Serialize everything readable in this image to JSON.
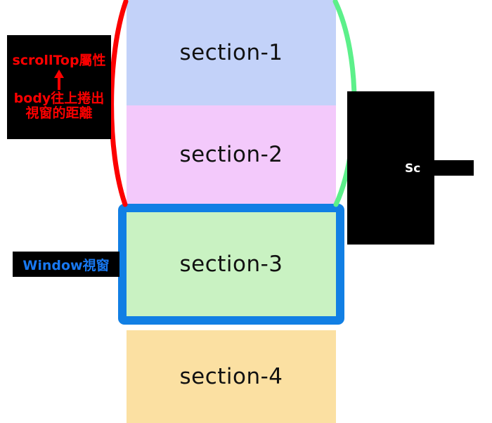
{
  "diagram": {
    "title": "scrollTop / window viewport scrolling diagram",
    "sections": [
      {
        "id": "section-1",
        "label": "section-1",
        "color": "#c3d2f9"
      },
      {
        "id": "section-2",
        "label": "section-2",
        "color": "#f3c9fb"
      },
      {
        "id": "section-3",
        "label": "section-3",
        "color": "#c9f2c2"
      },
      {
        "id": "section-4",
        "label": "section-4",
        "color": "#fbe0a2"
      }
    ],
    "window_frame": {
      "color": "#117fe4",
      "caption": "Window視窗"
    },
    "callouts": {
      "scrolltop": {
        "top_text": "scrollTop屬性",
        "arrow": "arrow-up",
        "bottom_text_line1": "body往上捲出",
        "bottom_text_line2": "視窗的距離",
        "text_color": "#fc0000",
        "background": "#000000"
      },
      "window": {
        "text": "Window視窗",
        "text_color": "#1878f0",
        "background": "#000000"
      },
      "scroll_right": {
        "text": "Sc",
        "text_color": "#ffffff",
        "background": "#000000"
      }
    },
    "braces": {
      "left": {
        "color": "#fc0000",
        "name": "red-brace"
      },
      "right": {
        "color": "#5cf08a",
        "name": "green-brace"
      }
    }
  }
}
